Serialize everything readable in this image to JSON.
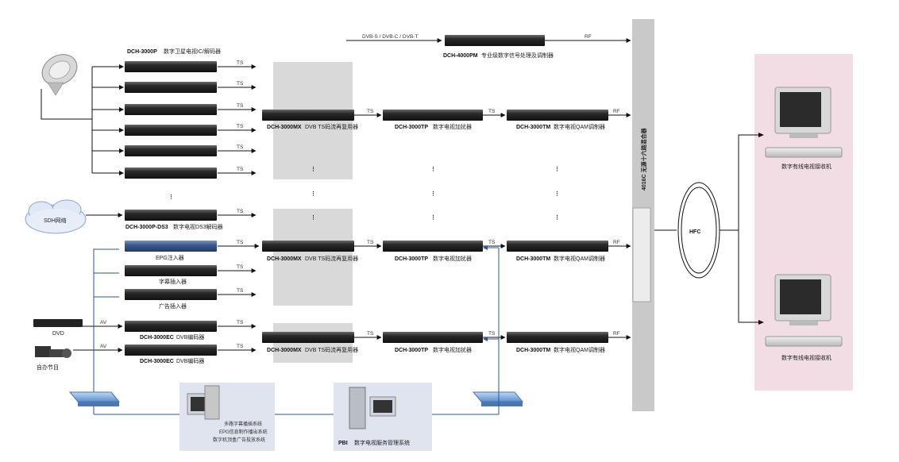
{
  "labels": {
    "satellite_title_model": "DCH-3000P",
    "satellite_title_desc": "数字卫星电视IC/解码器",
    "ds3_model": "DCH-3000P-DS3",
    "ds3_desc": "数字电视DS3解码器",
    "sdh": "SDH网络",
    "epg": "EPG注入器",
    "subtitle_inserter": "字幕插入器",
    "ad_inserter": "广告插入器",
    "dvd": "DVD",
    "self_program": "自办节目",
    "ec_model": "DCH-3000EC",
    "ec_desc": "DVB编码器",
    "mx_model": "DCH-3000MX",
    "mx_desc": "DVB TS码流再复用器",
    "tp_model": "DCH-3000TP",
    "tp_desc": "数字电视加扰器",
    "tm_model": "DCH-3000TM",
    "tm_desc": "数字电视QAM调制器",
    "pm_inputs": "DVB-S / DVB-C / DVB-T",
    "pm_model": "DCH-4000PM",
    "pm_desc": "专业级数字信号处理及调制器",
    "combiner": "4016C 无源十六路混合器",
    "hfc": "HFC",
    "receiver": "数字有线电视接收机",
    "pc_lines": [
      "多路字幕播插系统",
      "EPG信息制作播出系统",
      "数字机顶盒广告投放系统"
    ],
    "pbi_bold": "PBI",
    "pbi_text": "数字电视服务管理系统",
    "ts": "TS",
    "rf": "RF",
    "av": "AV",
    "dots": "⋮"
  }
}
